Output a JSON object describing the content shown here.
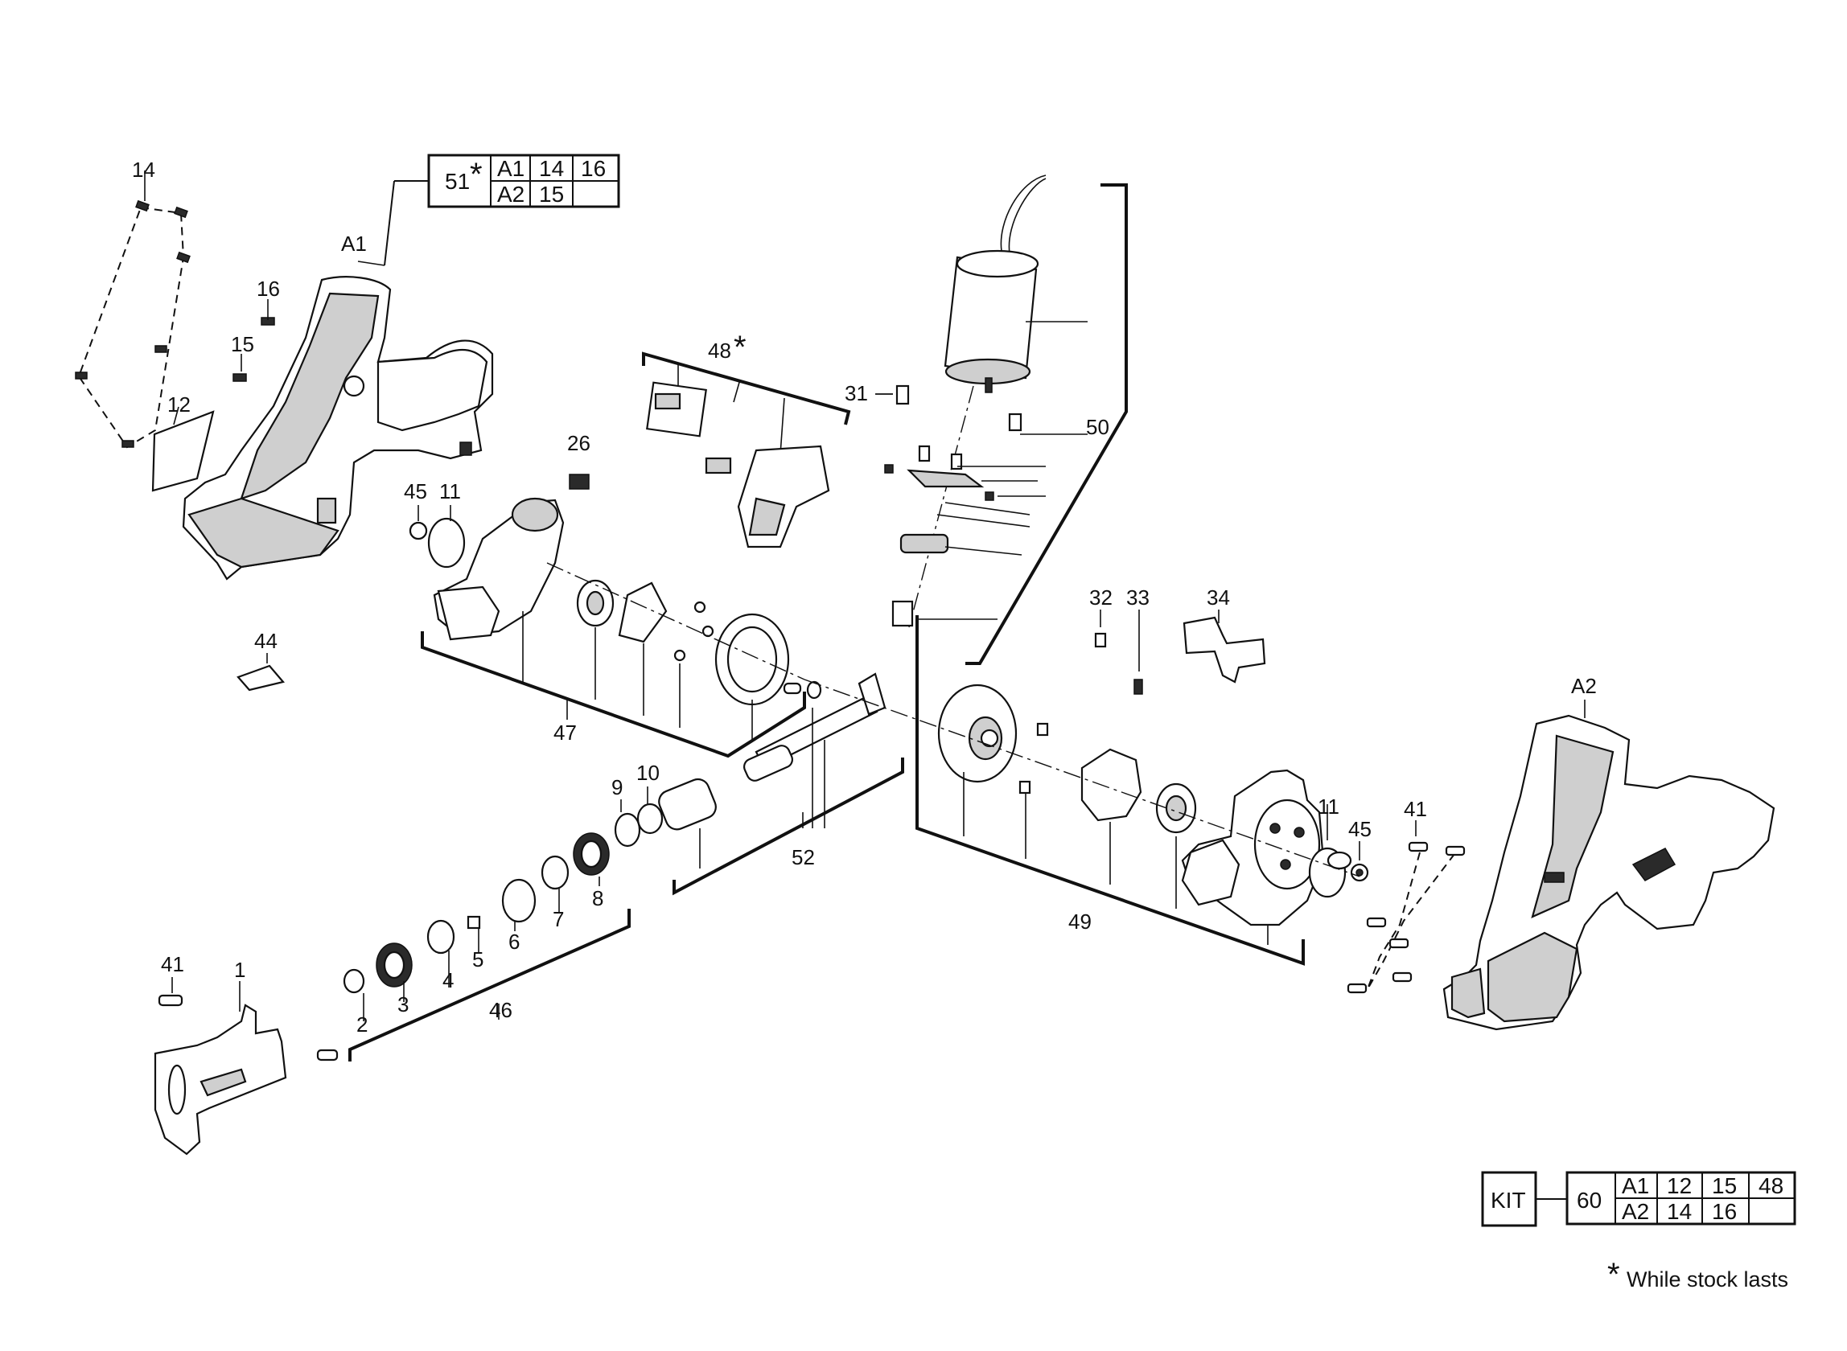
{
  "callouts": {
    "l14": "14",
    "lA1": "A1",
    "l16": "16",
    "l15": "15",
    "l12": "12",
    "l48": "48",
    "l26": "26",
    "l31": "31",
    "l50": "50",
    "l45a": "45",
    "l11a": "11",
    "l44": "44",
    "l47": "47",
    "l32": "32",
    "l33": "33",
    "l34": "34",
    "lA2": "A2",
    "l9": "9",
    "l10": "10",
    "l52": "52",
    "l49": "49",
    "l11b": "11",
    "l45b": "45",
    "l41a": "41",
    "l41b": "41",
    "l1": "1",
    "l2": "2",
    "l3": "3",
    "l4": "4",
    "l5": "5",
    "l6": "6",
    "l7": "7",
    "l8": "8",
    "l46": "46"
  },
  "table51": {
    "id": "51",
    "r1": [
      "A1",
      "14",
      "16"
    ],
    "r2": [
      "A2",
      "15",
      ""
    ]
  },
  "kit": {
    "label": "KIT",
    "id": "60",
    "r1": [
      "A1",
      "12",
      "15",
      "48"
    ],
    "r2": [
      "A2",
      "14",
      "16",
      ""
    ]
  },
  "footnote": {
    "star": "*",
    "text": "While stock lasts"
  },
  "star": "*"
}
